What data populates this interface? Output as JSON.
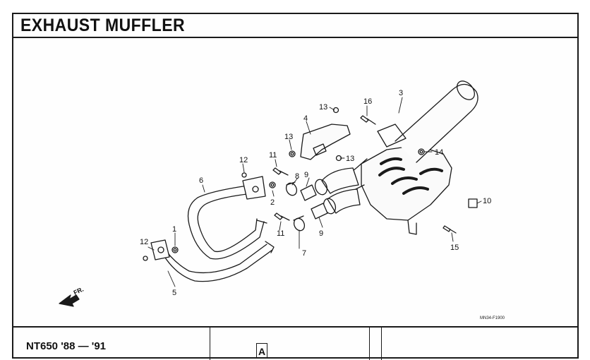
{
  "page": {
    "title": "EXHAUST MUFFLER",
    "model": "NT650 '88 — '91",
    "column_marker": "A",
    "drawing_code": "MN34-F1900",
    "front_marker": "FR."
  },
  "callouts": [
    {
      "id": "cal-1",
      "text": "1"
    },
    {
      "id": "cal-2",
      "text": "2"
    },
    {
      "id": "cal-3",
      "text": "3"
    },
    {
      "id": "cal-4",
      "text": "4"
    },
    {
      "id": "cal-5",
      "text": "5"
    },
    {
      "id": "cal-6",
      "text": "6"
    },
    {
      "id": "cal-7",
      "text": "7"
    },
    {
      "id": "cal-8",
      "text": "8"
    },
    {
      "id": "cal-9a",
      "text": "9"
    },
    {
      "id": "cal-9b",
      "text": "9"
    },
    {
      "id": "cal-10",
      "text": "10"
    },
    {
      "id": "cal-11a",
      "text": "11"
    },
    {
      "id": "cal-11b",
      "text": "11"
    },
    {
      "id": "cal-12a",
      "text": "12"
    },
    {
      "id": "cal-12b",
      "text": "12"
    },
    {
      "id": "cal-13a",
      "text": "13"
    },
    {
      "id": "cal-13b",
      "text": "13"
    },
    {
      "id": "cal-13c",
      "text": "13"
    },
    {
      "id": "cal-14",
      "text": "14"
    },
    {
      "id": "cal-15",
      "text": "15"
    },
    {
      "id": "cal-16",
      "text": "16"
    }
  ]
}
